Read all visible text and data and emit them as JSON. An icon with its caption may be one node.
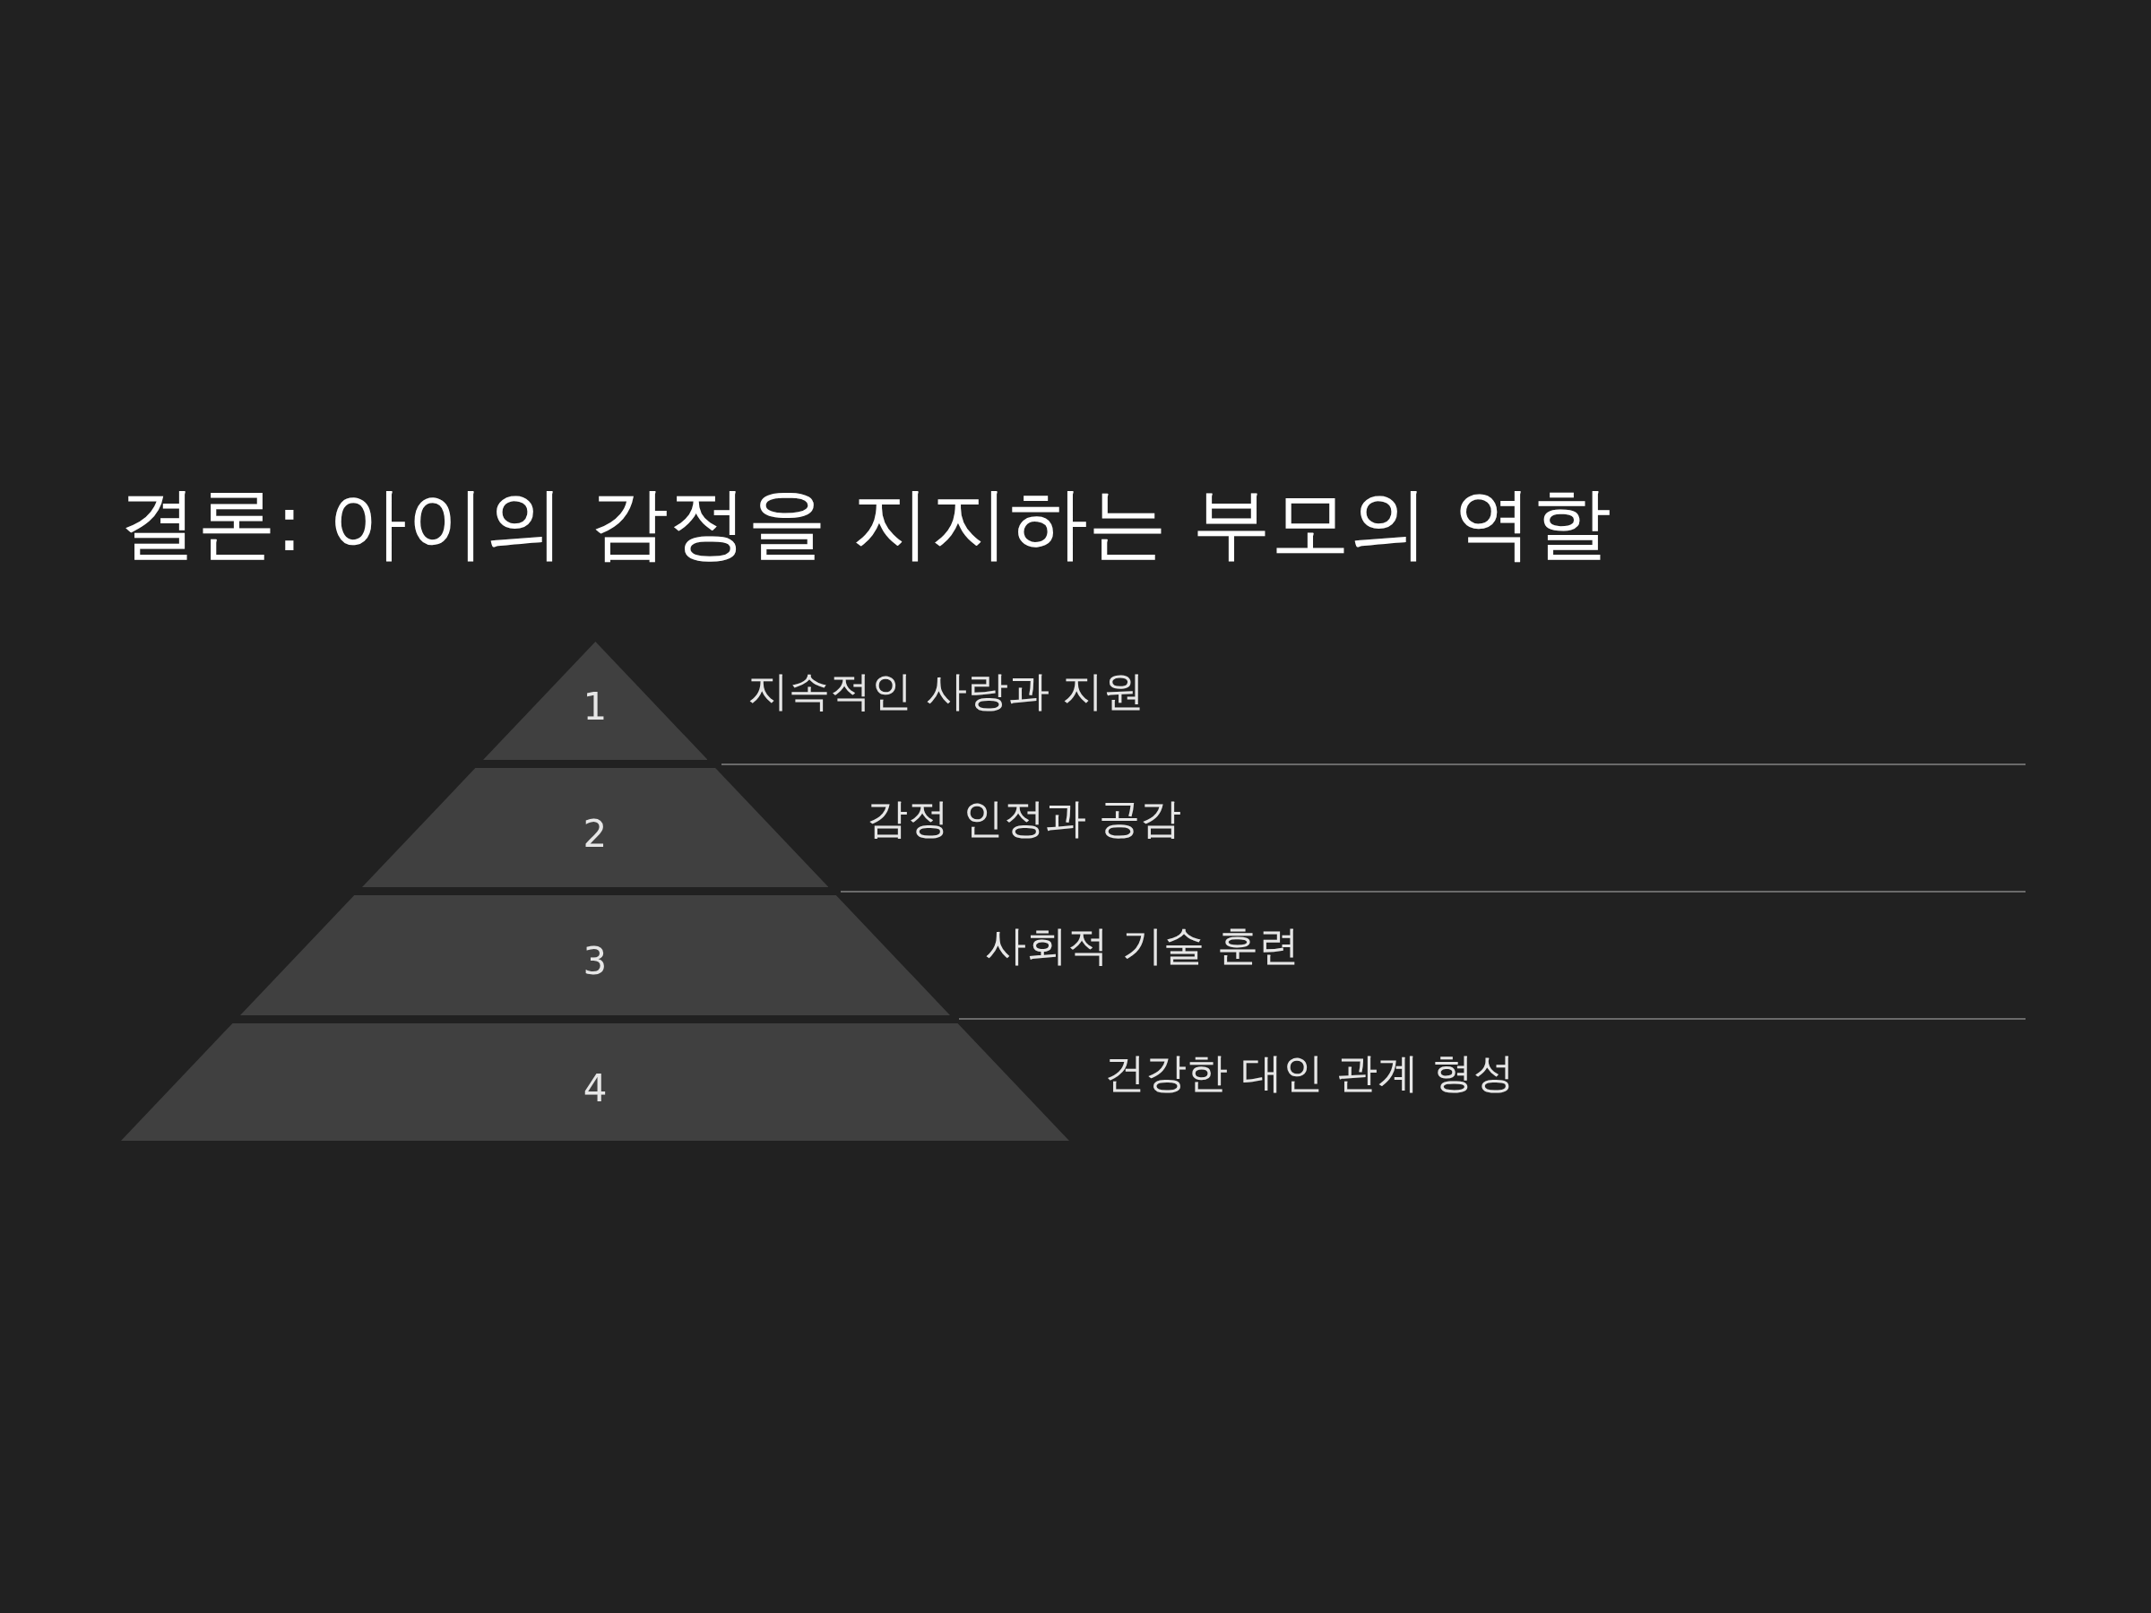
{
  "diagram": {
    "title": "결론: 아이의 감정을 지지하는 부모의 역할",
    "nodes": [
      {
        "text": [
          "1"
        ],
        "beside": [
          "지속적인 사랑과 지원"
        ]
      },
      {
        "text": [
          "2"
        ],
        "beside": [
          "감정 인정과 공감"
        ]
      },
      {
        "text": [
          "3"
        ],
        "beside": [
          "사회적 기술 훈련"
        ]
      },
      {
        "text": [
          "4"
        ],
        "beside": [
          "건강한 대인 관계 형성"
        ]
      }
    ],
    "edges": []
  }
}
